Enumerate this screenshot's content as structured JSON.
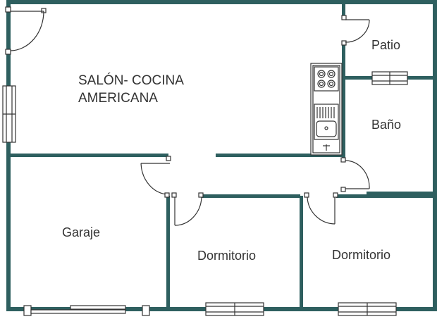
{
  "colors": {
    "wall": "#2e5f5f",
    "line": "#333333",
    "background": "#ffffff"
  },
  "rooms": {
    "salon_line1": "SALÓN- COCINA",
    "salon_line2": "AMERICANA",
    "patio": "Patio",
    "bano": "Baño",
    "garaje": "Garaje",
    "dormitorio_1": "Dormitorio",
    "dormitorio_2": "Dormitorio"
  }
}
